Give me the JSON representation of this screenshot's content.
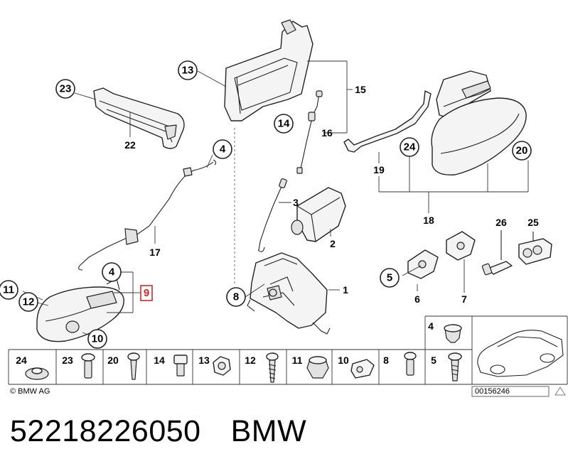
{
  "callouts": {
    "c1": "1",
    "c2": "2",
    "c3": "3",
    "c4a": "4",
    "c4b": "4",
    "c6": "6",
    "c7": "7",
    "c8": "8",
    "c9": "9",
    "c10": "10",
    "c11": "11",
    "c12": "12",
    "c13": "13",
    "c14": "14",
    "c15": "15",
    "c16": "16",
    "c17": "17",
    "c18": "18",
    "c19": "19",
    "c20": "20",
    "c22": "22",
    "c23": "23",
    "c24": "24",
    "c25": "25",
    "c26": "26",
    "c5": "5"
  },
  "fasteners": {
    "items": [
      "24",
      "23",
      "20",
      "14",
      "13",
      "12",
      "11",
      "10",
      "8",
      "5"
    ],
    "side_top": "4",
    "side_bottom": "5"
  },
  "copyright": "© BMW AG",
  "image_number": "00156246",
  "part_number": "52218226050",
  "brand": "BMW",
  "highlight_color": "#d62828"
}
